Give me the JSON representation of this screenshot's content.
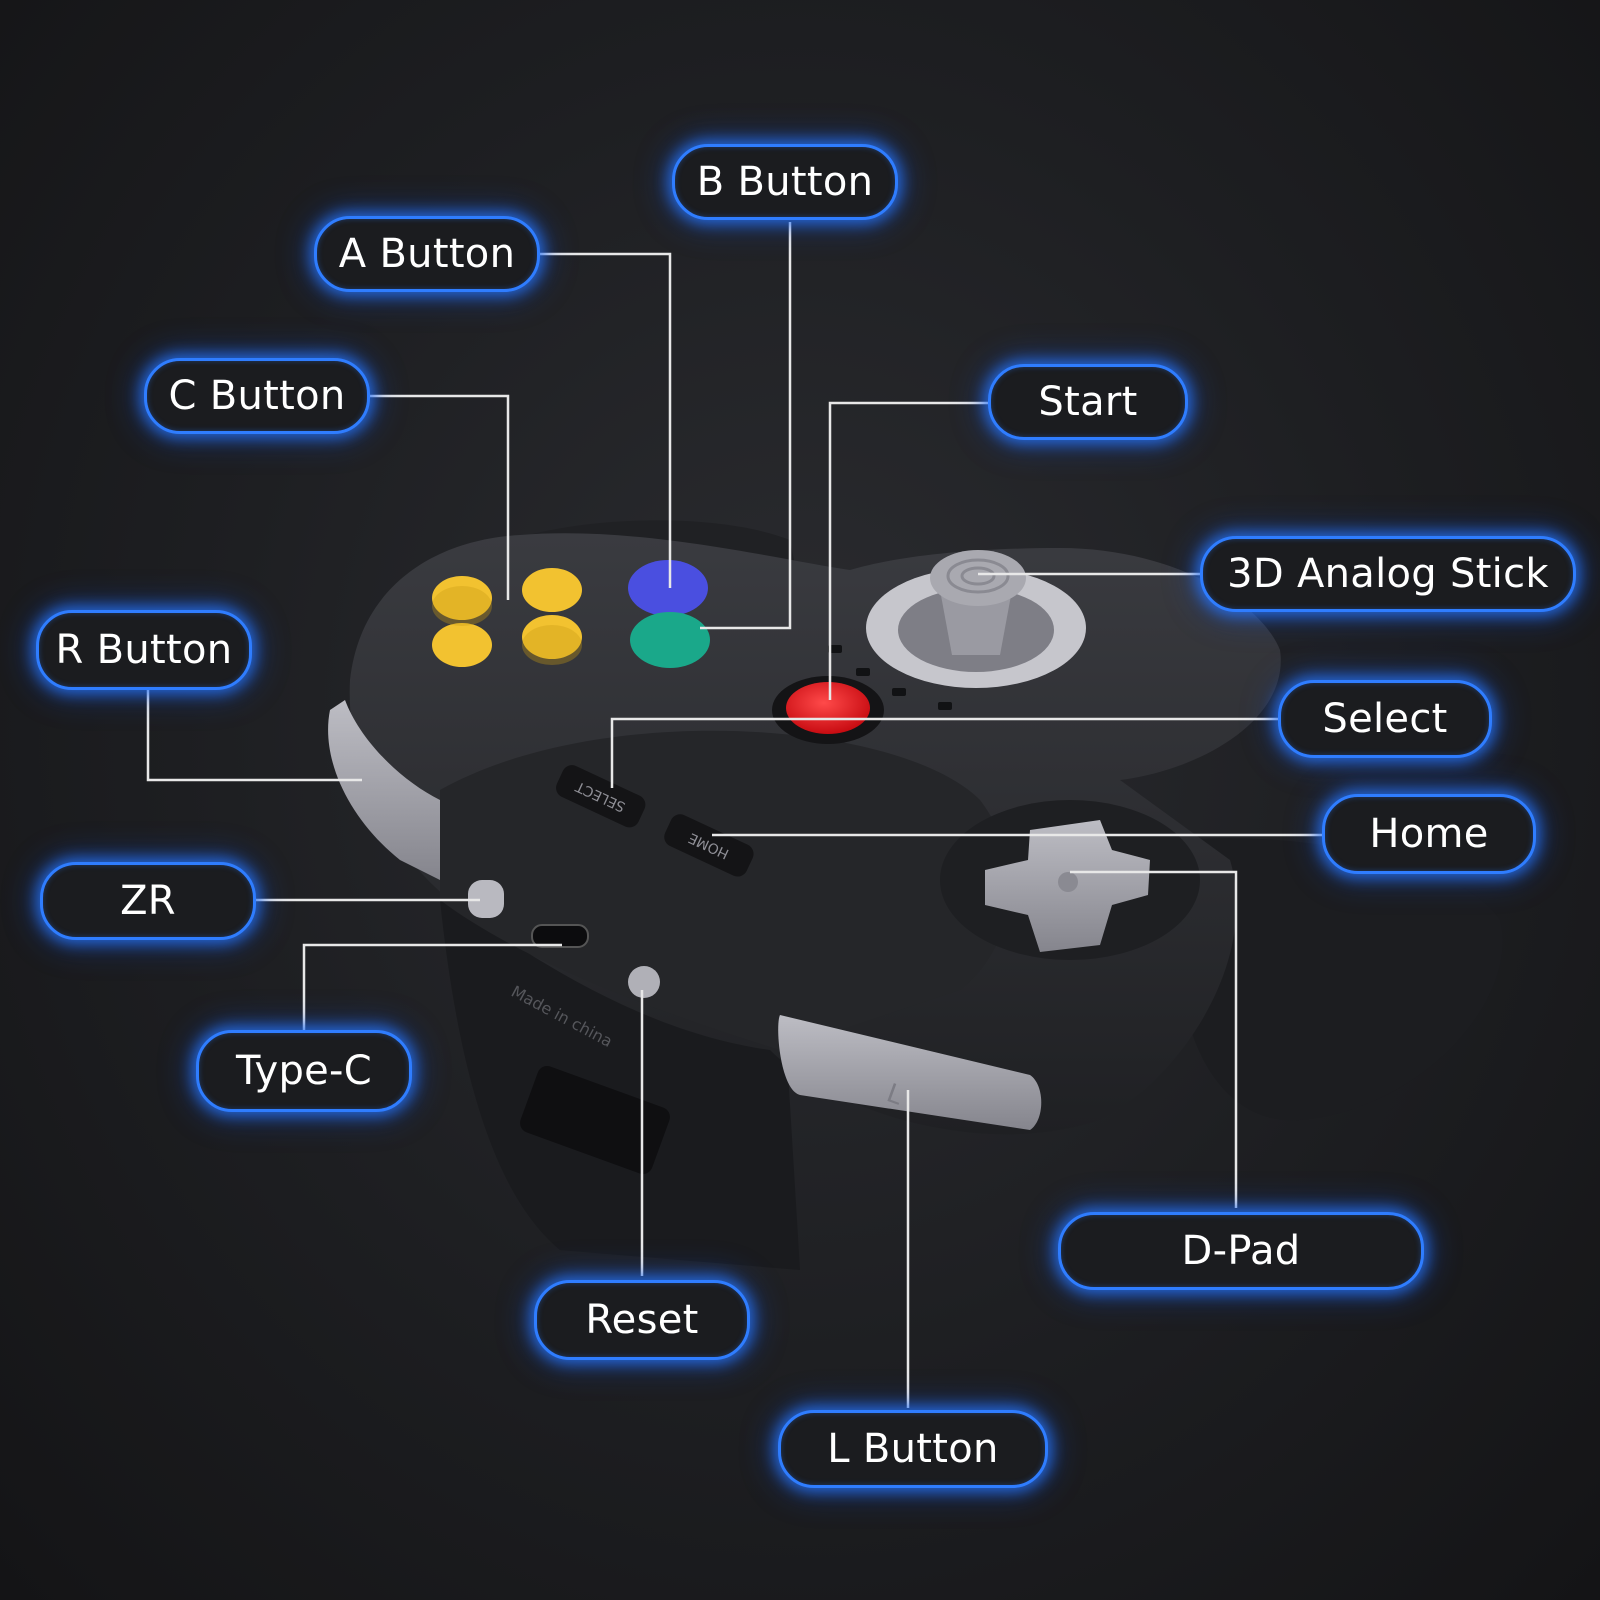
{
  "labels": {
    "b_button": "B Button",
    "a_button": "A Button",
    "c_button": "C Button",
    "start": "Start",
    "analog_stick": "3D Analog Stick",
    "r_button": "R Button",
    "select": "Select",
    "home": "Home",
    "zr": "ZR",
    "type_c": "Type-C",
    "d_pad": "D-Pad",
    "reset": "Reset",
    "l_button": "L Button"
  },
  "controller": {
    "select_key": "SELECT",
    "home_key": "HOME",
    "imprint": "Made in china",
    "l_mark": "L"
  },
  "colors": {
    "callout_glow": "#2f7dff",
    "body": "#2a2b2f",
    "c_buttons": "#f2c230",
    "b_button": "#4a4fe0",
    "a_button": "#1aa88a",
    "start_button": "#e8141b",
    "grey_parts": "#9c9ca4"
  }
}
